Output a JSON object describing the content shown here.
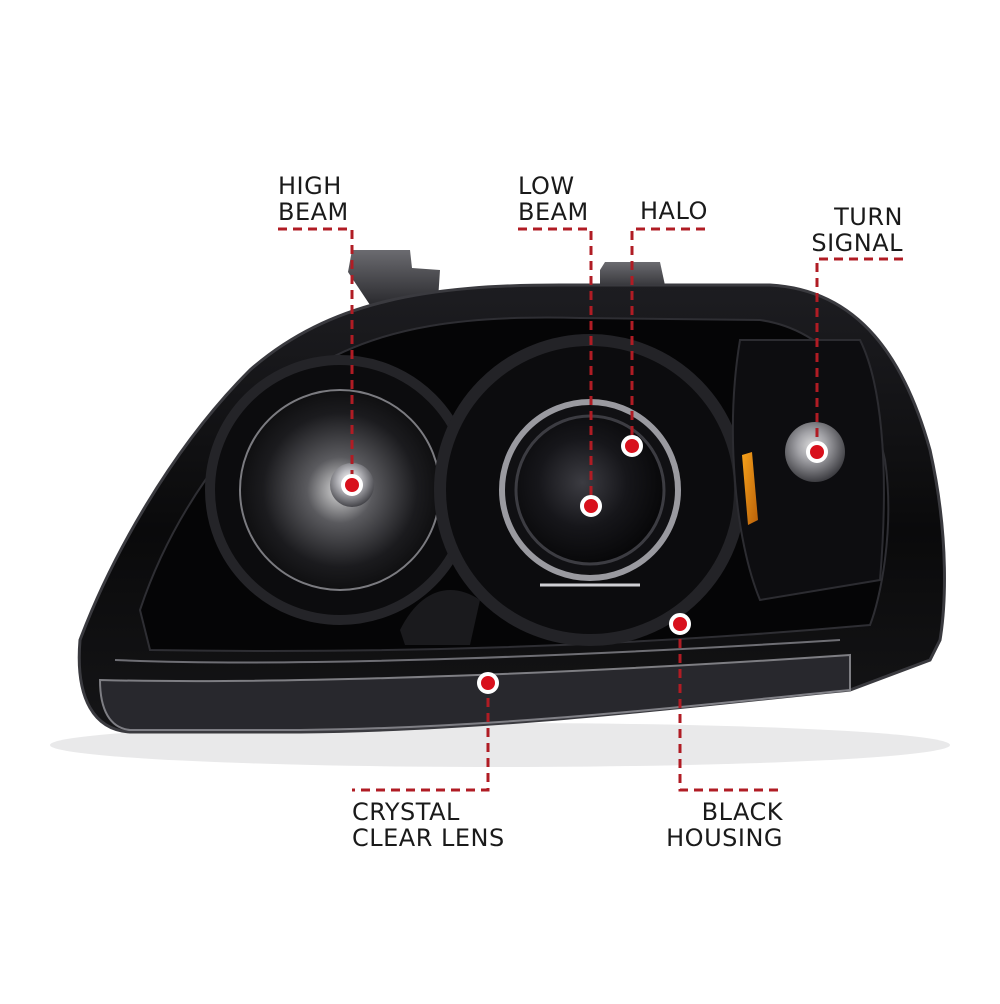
{
  "colors": {
    "callout_line": "#b01c24",
    "callout_dot_fill": "#d8101c",
    "callout_dot_ring": "#ffffff",
    "label_text": "#1a1a1a",
    "housing": "#0d0d0f",
    "background": "#ffffff"
  },
  "callouts": {
    "high_beam": {
      "line1": "HIGH",
      "line2": "BEAM"
    },
    "low_beam": {
      "line1": "LOW",
      "line2": "BEAM"
    },
    "halo": {
      "line1": "HALO"
    },
    "turn_signal": {
      "line1": "TURN",
      "line2": "SIGNAL"
    },
    "crystal_clear_lens": {
      "line1": "CRYSTAL",
      "line2": "CLEAR LENS"
    },
    "black_housing": {
      "line1": "BLACK",
      "line2": "HOUSING"
    }
  }
}
